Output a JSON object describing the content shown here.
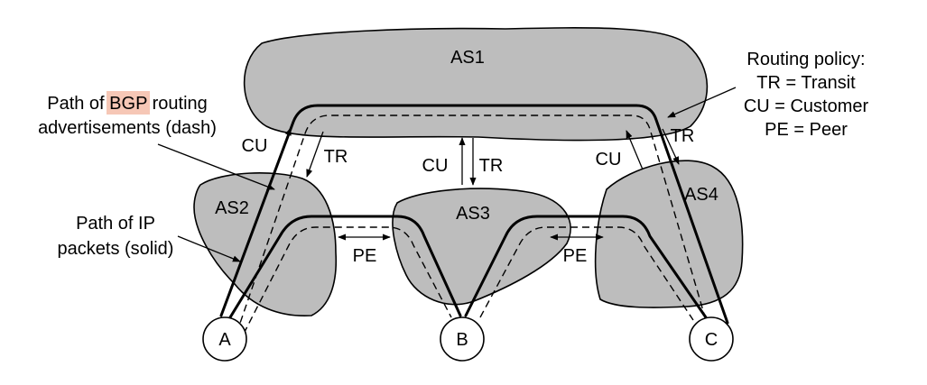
{
  "colors": {
    "as_fill": "#bdbdbd",
    "highlight": "#f6c7b6",
    "line": "#000000",
    "node_fill": "#ffffff"
  },
  "systems": {
    "as1": "AS1",
    "as2": "AS2",
    "as3": "AS3",
    "as4": "AS4"
  },
  "nodes": {
    "a": "A",
    "b": "B",
    "c": "C"
  },
  "relations": {
    "cu_as2_as1": "CU",
    "tr_as1_as2": "TR",
    "cu_as3_as1": "CU",
    "tr_as1_as3": "TR",
    "cu_as4_as1": "CU",
    "tr_as1_as4": "TR",
    "pe_as2_as3": "PE",
    "pe_as3_as4": "PE"
  },
  "annotations": {
    "bgp_line1_prefix": "Path of ",
    "bgp_line1_highlight": "BGP",
    "bgp_line1_suffix": " routing",
    "bgp_line2": "advertisements (dash)",
    "ip_line1": "Path of IP",
    "ip_line2": "packets (solid)"
  },
  "policy": {
    "title": "Routing policy:",
    "tr": "TR = Transit",
    "cu": "CU = Customer",
    "pe": "PE = Peer"
  }
}
